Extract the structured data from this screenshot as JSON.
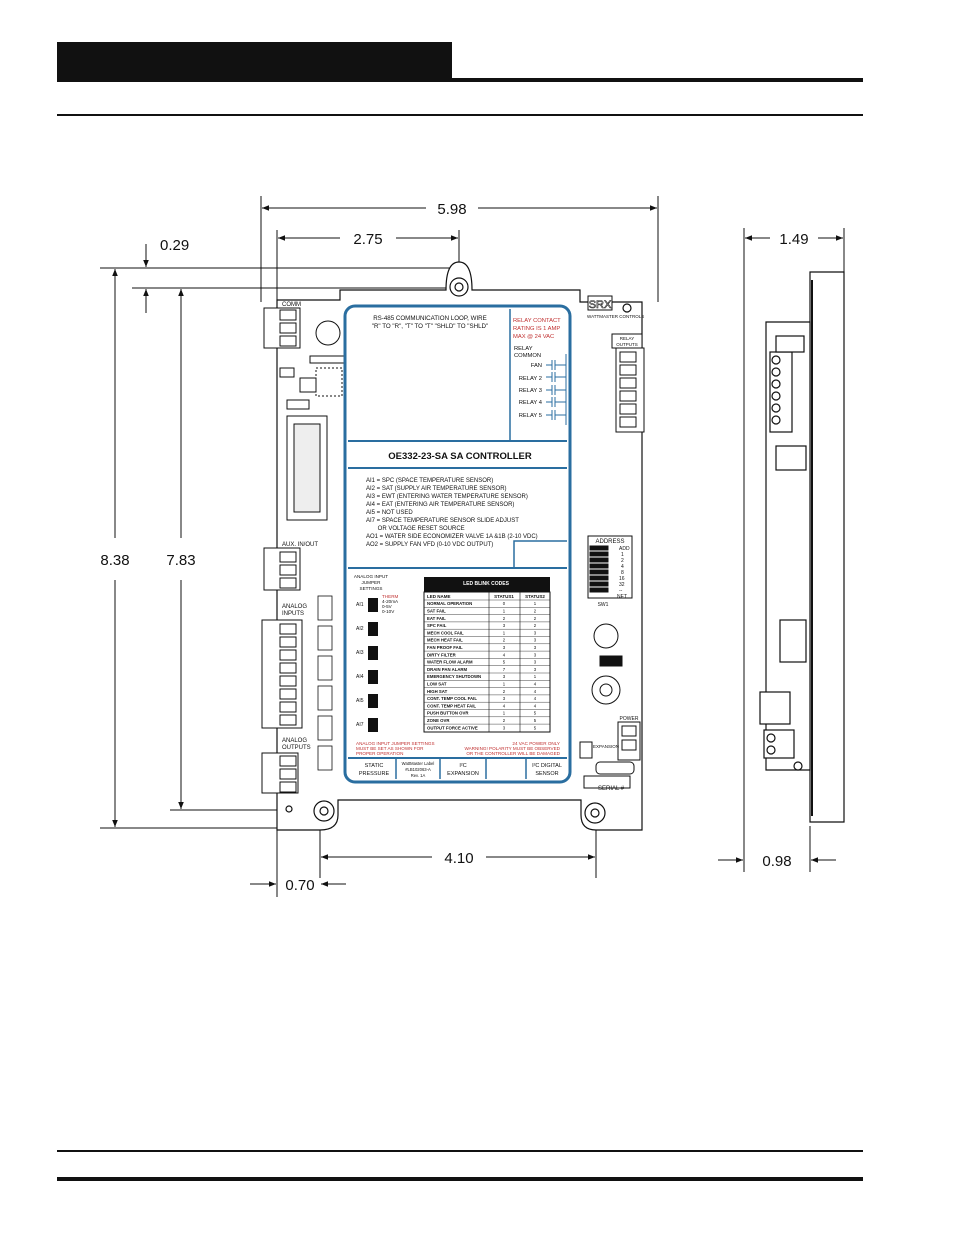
{
  "dimensions": {
    "overall_width": "5.98",
    "width_to_tab": "2.75",
    "tab_offset": "0.29",
    "overall_height": "8.38",
    "mount_height": "7.83",
    "mount_spacing": "4.10",
    "mount_inset": "0.70",
    "side_depth": "1.49",
    "side_base": "0.98"
  },
  "label": {
    "comm_line1": "RS-485 COMMUNICATION LOOP, WIRE",
    "comm_line2": "\"R\" TO \"R\", \"T\" TO \"T\" \"SHLD\" TO \"SHLD\"",
    "relay_rating1": "RELAY CONTACT",
    "relay_rating2": "RATING IS 1 AMP",
    "relay_rating3": "MAX @ 24 VAC",
    "relay_common1": "RELAY",
    "relay_common2": "COMMON",
    "relays": [
      "FAN",
      "RELAY 2",
      "RELAY 3",
      "RELAY 4",
      "RELAY 5"
    ],
    "controller_title": "OE332-23-SA   SA CONTROLLER",
    "inputs": [
      "AI1 = SPC (SPACE TEMPERATURE SENSOR)",
      "AI2 = SAT (SUPPLY AIR TEMPERATURE SENSOR)",
      "AI3 = EWT (ENTERING WATER TEMPERATURE SENSOR)",
      "AI4 = EAT (ENTERING AIR TEMPERATURE SENSOR)",
      "AI5 = NOT USED",
      "AI7 = SPACE TEMPERATURE SENSOR SLIDE ADJUST",
      "       OR VOLTAGE RESET SOURCE",
      "AO1 = WATER SIDE ECONOMIZER VALVE 1A &1B (2-10 VDC)",
      "AO2 = SUPPLY FAN VFD (0-10 VDC  OUTPUT)"
    ],
    "jumper_title": [
      "ANALOG INPUT",
      "JUMPER",
      "SETTINGS"
    ],
    "jumper_channels": [
      "AI1",
      "AI2",
      "AI3",
      "AI4",
      "AI5",
      "AI7"
    ],
    "jumper_options": [
      "THERM",
      "4-20mA",
      "0-5V",
      "0-10V"
    ],
    "led_title": "LED BLINK CODES",
    "led_headers": [
      "LED NAME",
      "STATUS1",
      "STATUS2"
    ],
    "led_rows": [
      [
        "NORMAL OPERATION",
        "0",
        "1"
      ],
      [
        "SAT FAIL",
        "1",
        "2"
      ],
      [
        "EAT FAIL",
        "2",
        "2"
      ],
      [
        "SPC FAIL",
        "3",
        "2"
      ],
      [
        "MECH COOL FAIL",
        "1",
        "3"
      ],
      [
        "MECH HEAT FAIL",
        "2",
        "3"
      ],
      [
        "FAN PROOF FAIL",
        "3",
        "3"
      ],
      [
        "DIRTY FILTER",
        "4",
        "3"
      ],
      [
        "WATER FLOW ALARM",
        "5",
        "3"
      ],
      [
        "DRAIN PAN ALARM",
        "7",
        "3"
      ],
      [
        "EMERGENCY SHUTDOWN",
        "3",
        "1"
      ],
      [
        "LOW SAT",
        "1",
        "4"
      ],
      [
        "HIGH SAT",
        "2",
        "4"
      ],
      [
        "CONT. TEMP COOL FAIL",
        "3",
        "4"
      ],
      [
        "CONT. TEMP HEAT FAIL",
        "4",
        "4"
      ],
      [
        "PUSH BUTTON OVR",
        "1",
        "5"
      ],
      [
        "ZONE OVR",
        "2",
        "5"
      ],
      [
        "OUTPUT FORCE ACTIVE",
        "3",
        "5"
      ]
    ],
    "jumper_note": [
      "ANALOG INPUT JUMPER SETTINGS",
      "MUST BE SET AS SHOWN FOR",
      "PROPER OPERATION"
    ],
    "power_note1": "24 VAC POWER ONLY",
    "power_note2": "WARNING! POLARITY MUST BE OBSERVED",
    "power_note3": "OR THE CONTROLLER WILL BE DAMAGED",
    "bottom_cells": [
      [
        "STATIC",
        "PRESSURE"
      ],
      [
        "WattMaster Label",
        "#LB102063-A",
        "Rev. 1A"
      ],
      [
        "I²C",
        "EXPANSION"
      ],
      [
        ""
      ],
      [
        "I²C DIGITAL",
        "SENSOR"
      ]
    ]
  },
  "board": {
    "brand": "SRX",
    "brand_sub": "WATTMASTER CONTROLS",
    "relay_outputs": [
      "RELAY",
      "OUTPUTS"
    ],
    "address_title": "ADDRESS",
    "address_values": [
      "ADD",
      "1",
      "2",
      "4",
      "8",
      "16",
      "32",
      "--",
      "NET"
    ],
    "sw_label": "SW1",
    "serial": "SERIAL #",
    "power_label": "POWER",
    "comm_label": "COMM",
    "aux_label": "AUX. IN/OUT",
    "analog_inputs": [
      "ANALOG",
      "INPUTS"
    ],
    "analog_outputs": [
      "ANALOG",
      "OUTPUTS"
    ],
    "expansion_label": "EXPANSION"
  },
  "colors": {
    "ink": "#111111",
    "label_border": "#2a6ea0",
    "warning_red": "#c03030"
  }
}
